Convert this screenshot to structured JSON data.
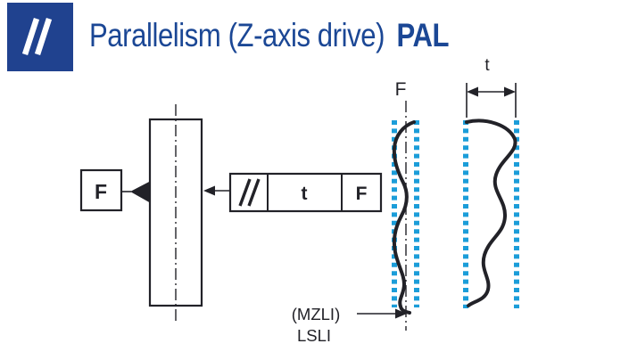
{
  "colors": {
    "header_blue": "#20428F",
    "title_blue": "#1B4795",
    "dots_blue": "#1B9DD9",
    "line_dark": "#222228",
    "background": "#FFFFFF"
  },
  "header": {
    "icon": "parallelism-icon",
    "title": "Parallelism (Z-axis drive)",
    "code": "PAL"
  },
  "left_diagram": {
    "datum_label": "F"
  },
  "feature_control_frame": {
    "symbol_icon": "parallelism-icon",
    "tolerance": "t",
    "datum": "F"
  },
  "middle_diagram": {
    "datum_axis_label": "F",
    "annotation_line1": "(MZLI)",
    "annotation_line2": "LSLI"
  },
  "right_diagram": {
    "tolerance_label": "t"
  }
}
